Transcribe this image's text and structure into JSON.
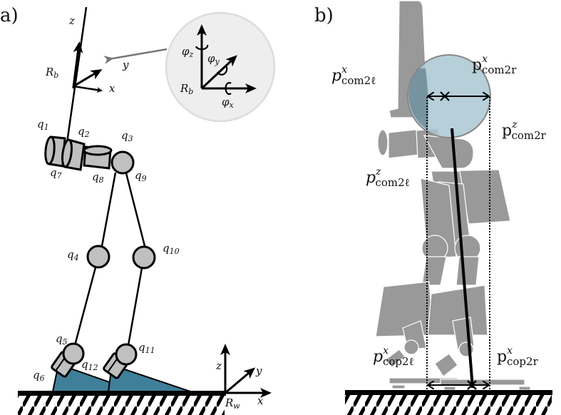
{
  "figure": {
    "panel_a": {
      "label": "a)",
      "base_frame": {
        "name": "R",
        "sub": "b",
        "axes": {
          "x": "x",
          "y": "y",
          "z": "z"
        }
      },
      "world_frame": {
        "name": "R",
        "sub": "w",
        "axes": {
          "x": "x",
          "y": "y",
          "z": "z"
        }
      },
      "inset": {
        "frame": {
          "name": "R",
          "sub": "b"
        },
        "rotations": [
          {
            "sym": "φ",
            "sub": "x"
          },
          {
            "sym": "φ",
            "sub": "y"
          },
          {
            "sym": "φ",
            "sub": "z"
          }
        ]
      },
      "joints": [
        {
          "sym": "q",
          "sub": "1"
        },
        {
          "sym": "q",
          "sub": "2"
        },
        {
          "sym": "q",
          "sub": "3"
        },
        {
          "sym": "q",
          "sub": "4"
        },
        {
          "sym": "q",
          "sub": "5"
        },
        {
          "sym": "q",
          "sub": "6"
        },
        {
          "sym": "q",
          "sub": "7"
        },
        {
          "sym": "q",
          "sub": "8"
        },
        {
          "sym": "q",
          "sub": "9"
        },
        {
          "sym": "q",
          "sub": "10"
        },
        {
          "sym": "q",
          "sub": "11"
        },
        {
          "sym": "q",
          "sub": "12"
        }
      ]
    },
    "panel_b": {
      "label": "b)",
      "annotations": [
        {
          "id": "p_com2l_x",
          "base": "p",
          "sup": "x",
          "sub": "com2ℓ"
        },
        {
          "id": "p_com2r_x",
          "base": "p",
          "sup": "x",
          "sub": "com2r"
        },
        {
          "id": "p_com2l_z",
          "base": "p",
          "sup": "z",
          "sub": "com2ℓ"
        },
        {
          "id": "p_com2r_z",
          "base": "p",
          "sup": "z",
          "sub": "com2r"
        },
        {
          "id": "p_cop2l_x",
          "base": "p",
          "sup": "x",
          "sub": "cop2ℓ"
        },
        {
          "id": "p_cop2r_x",
          "base": "p",
          "sup": "x",
          "sub": "cop2r"
        }
      ]
    },
    "colors": {
      "foot_fill": "#3f7f99",
      "joint_fill": "#c0c0c0",
      "robot_gray": "#999999",
      "com_circle": "#a9c7d2",
      "inset_bg": "#eeeeee",
      "pointer_arrow": "#777777",
      "ink": "#000000"
    }
  }
}
